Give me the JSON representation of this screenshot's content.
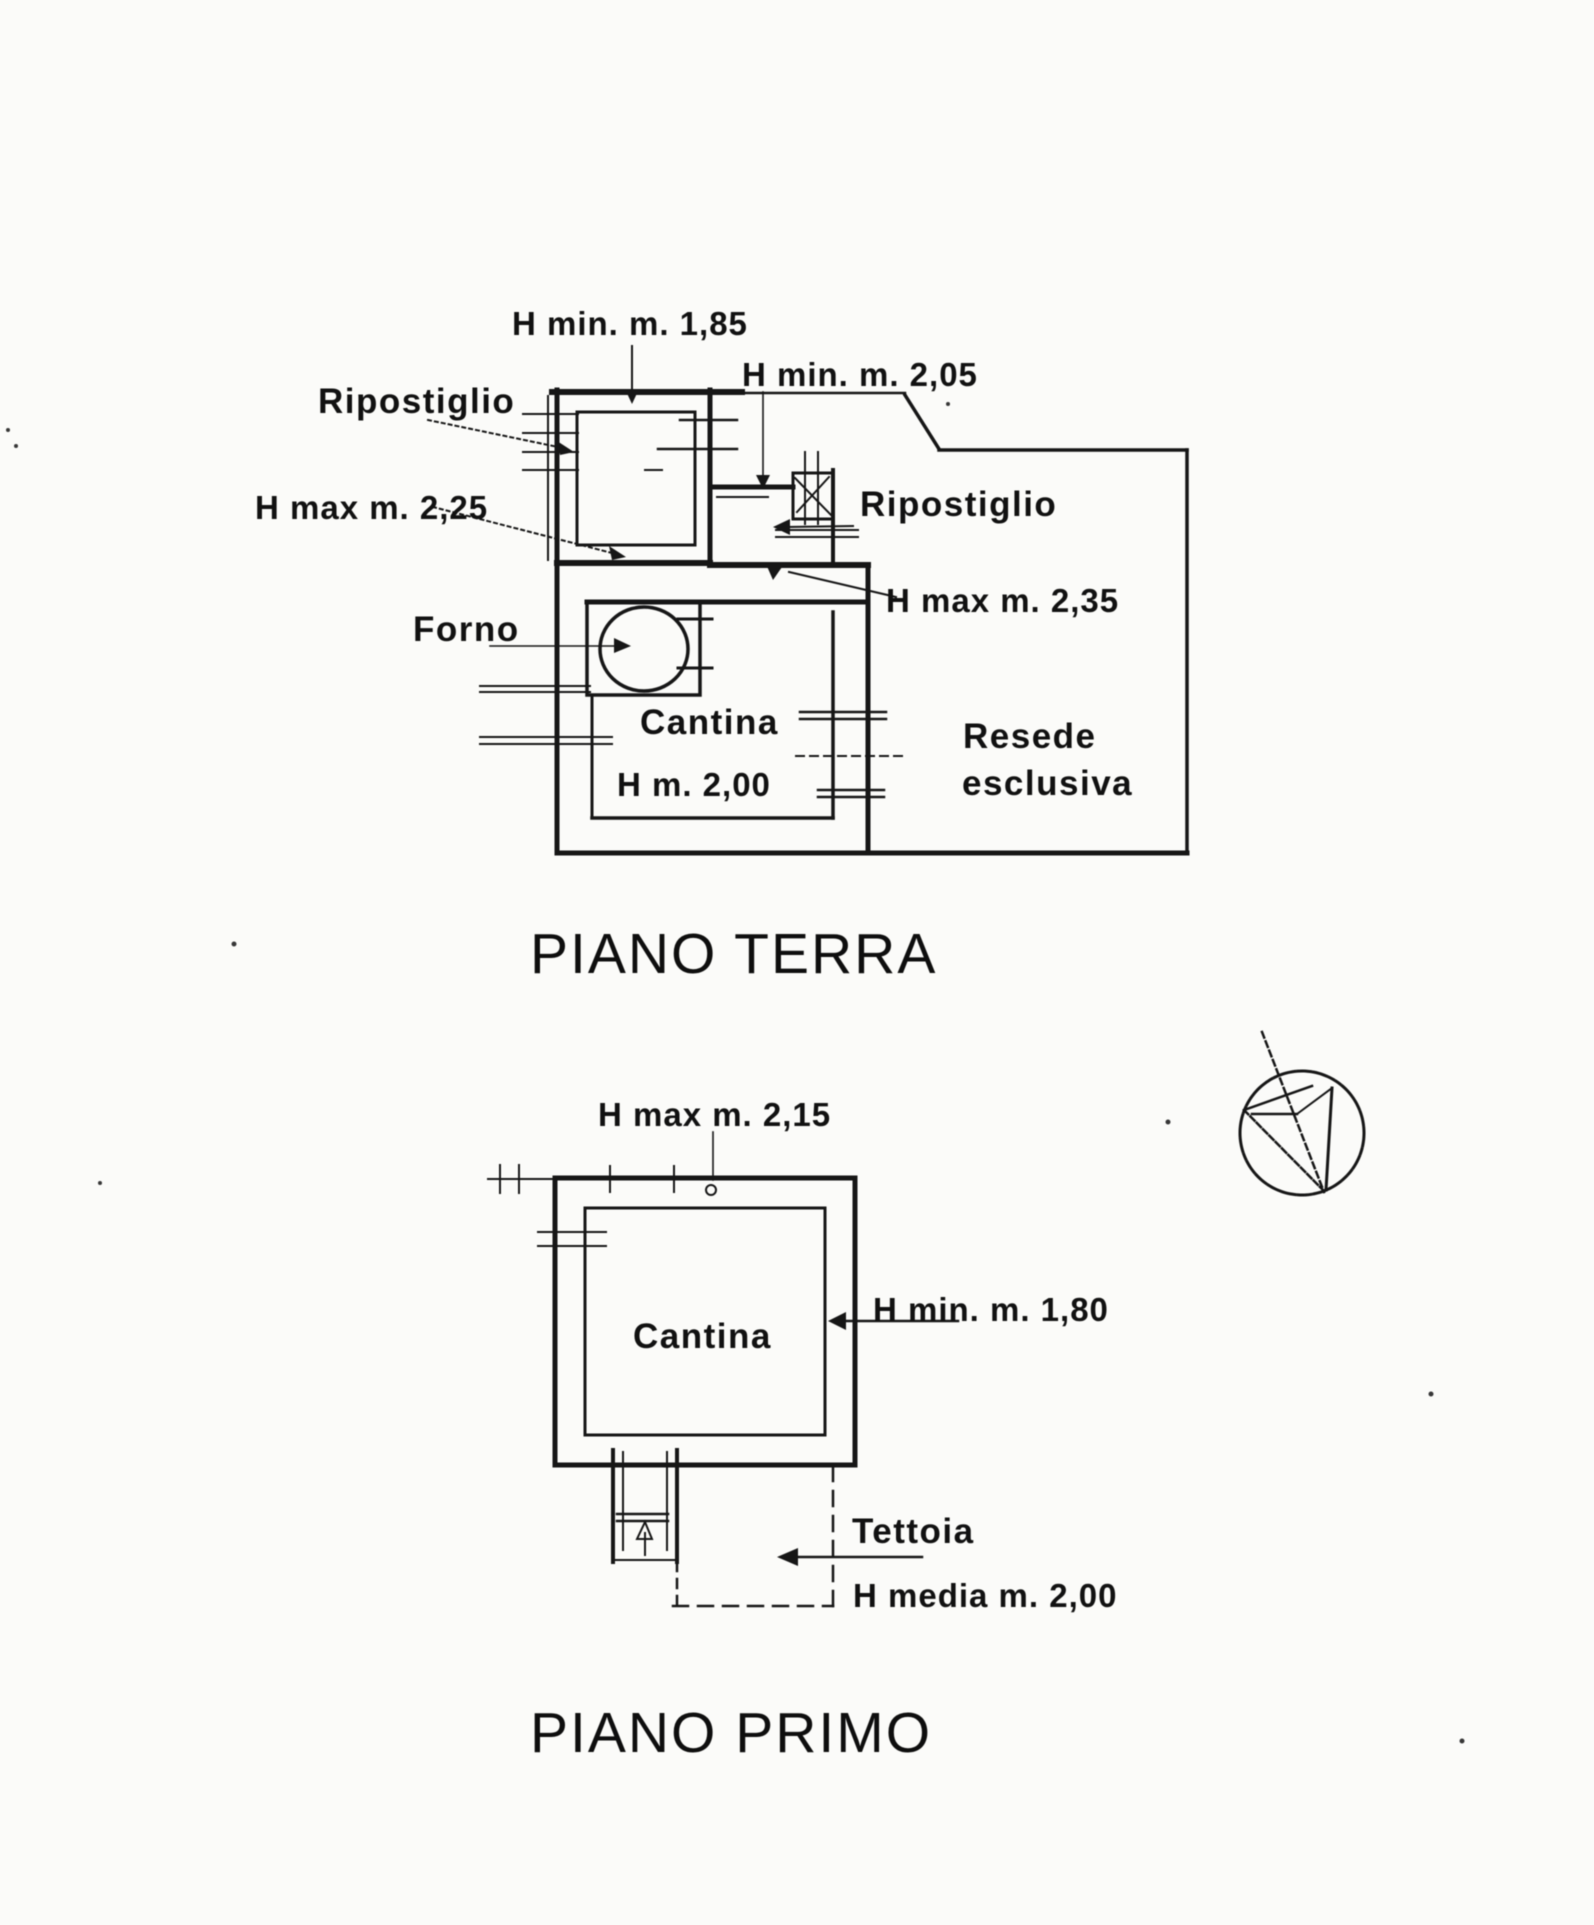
{
  "ground_floor": {
    "title": "PIANO TERRA",
    "rooms": {
      "ripostiglio_left": "Ripostiglio",
      "ripostiglio_right": "Ripostiglio",
      "forno": "Forno",
      "cantina": "Cantina",
      "resede_line1": "Resede",
      "resede_line2": "esclusiva"
    },
    "heights": {
      "h_min_185": "H min. m. 1,85",
      "h_min_205": "H min. m. 2,05",
      "h_max_225": "H max m. 2,25",
      "h_max_235": "H max m. 2,35",
      "cantina_h": "H m. 2,00"
    }
  },
  "first_floor": {
    "title": "PIANO PRIMO",
    "rooms": {
      "cantina": "Cantina",
      "tettoia": "Tettoia"
    },
    "heights": {
      "h_max_215": "H max m. 2,15",
      "h_min_180": "H min. m. 1,80",
      "h_media_200": "H media m. 2,00"
    }
  },
  "colors": {
    "ink": "#1b1b1b",
    "paper": "#fbfbf9"
  }
}
